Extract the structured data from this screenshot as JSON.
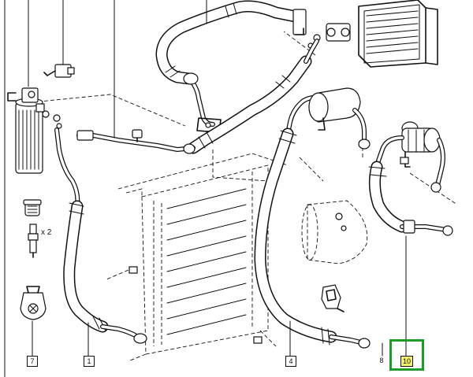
{
  "callouts": {
    "c7": "7",
    "c1": "1",
    "c4": "4",
    "c8": "8",
    "c10": "10"
  },
  "quantity_label": "x 2",
  "colors": {
    "highlight_frame": "#1f9b28",
    "callout_highlight": "#f4f06a"
  }
}
